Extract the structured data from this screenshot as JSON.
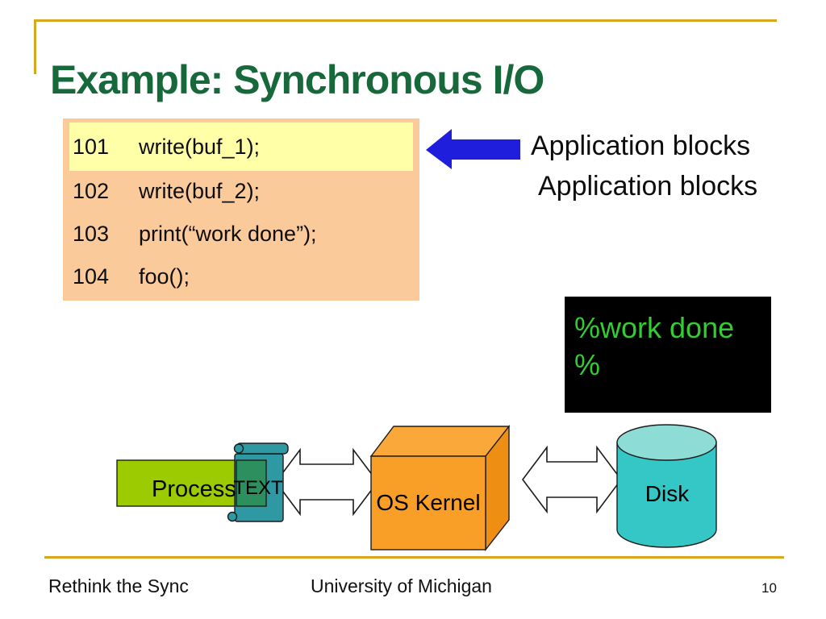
{
  "colors": {
    "accent-gold": "#D9A61F",
    "title-green": "#17683A",
    "code-bg": "#FBCA9B",
    "code-highlight": "#FFFFA8",
    "terminal-bg": "#000000",
    "terminal-text": "#33CC33",
    "arrow-blue": "#1E1EDC",
    "process-green": "#9BCB00",
    "scroll-teal": "#2F99A3",
    "scroll-overlap": "#2E8F5E",
    "kernel-front": "#F99E27",
    "kernel-top": "#FAA83A",
    "kernel-side": "#EE8E13",
    "disk-body": "#35C6C6",
    "disk-top": "#8EDCD6"
  },
  "slide": {
    "title": "Example: Synchronous I/O",
    "page_number": "10",
    "footer_left": "Rethink the Sync",
    "footer_center": "University of Michigan"
  },
  "code_block": {
    "lines": [
      {
        "number": "101",
        "code": "write(buf_1);",
        "highlighted": true
      },
      {
        "number": "102",
        "code": "write(buf_2);",
        "highlighted": false
      },
      {
        "number": "103",
        "code": "print(“work done”);",
        "highlighted": false
      },
      {
        "number": "104",
        "code": "foo();",
        "highlighted": false
      }
    ]
  },
  "annotations": {
    "blocked_labels": [
      "Application blocks",
      "Application blocks"
    ]
  },
  "terminal": {
    "line1": "%work done",
    "line2": "%"
  },
  "diagram": {
    "process_label": "Process",
    "scroll_label": "TEXT",
    "kernel_label": "OS Kernel",
    "disk_label": "Disk"
  }
}
